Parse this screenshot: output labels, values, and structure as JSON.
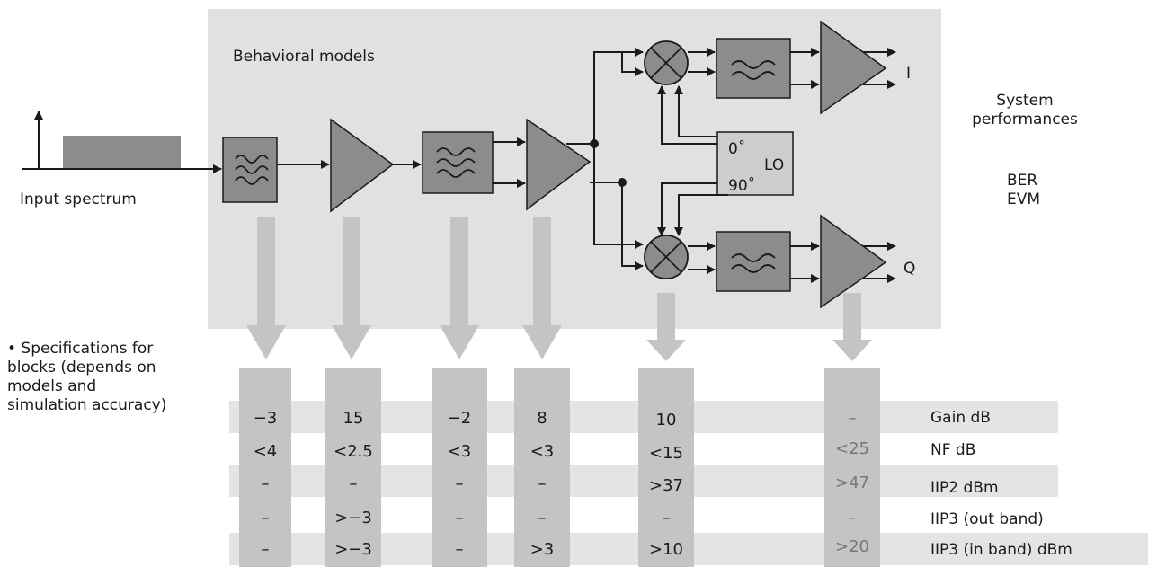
{
  "labels": {
    "behavioral_models": "Behavioral models",
    "input_spectrum": "Input spectrum",
    "system_performances_1": "System",
    "system_performances_2": "performances",
    "ber": "BER",
    "evm": "EVM",
    "output_i": "I",
    "output_q": "Q",
    "lo": "LO",
    "lo_0": "0˚",
    "lo_90": "90˚"
  },
  "specs_note": [
    "• Specifications for",
    "blocks (depends on",
    "models and",
    "simulation accuracy)"
  ],
  "spec_table": {
    "row_labels": [
      "Gain dB",
      "NF dB",
      "IIP2 dBm",
      "IIP3 (out band)",
      "IIP3 (in band) dBm"
    ],
    "columns": [
      [
        "−3",
        "<4",
        "–",
        "–",
        "–"
      ],
      [
        "15",
        "<2.5",
        "–",
        ">−3",
        ">−3"
      ],
      [
        "−2",
        "<3",
        "–",
        "–",
        "–"
      ],
      [
        "8",
        "<3",
        "–",
        "–",
        ">3"
      ],
      [
        "10",
        "<15",
        ">37",
        "–",
        ">10"
      ],
      [
        "–",
        "<25",
        ">47",
        "–",
        ">20"
      ]
    ]
  },
  "colors": {
    "background_panel": "#e1e1e1",
    "block_fill": "#8c8c8c",
    "lo_fill": "#cdcdcd",
    "column_fill": "#c4c4c4",
    "row_stripe": "#e4e4e4",
    "line": "#1a1a1a"
  }
}
